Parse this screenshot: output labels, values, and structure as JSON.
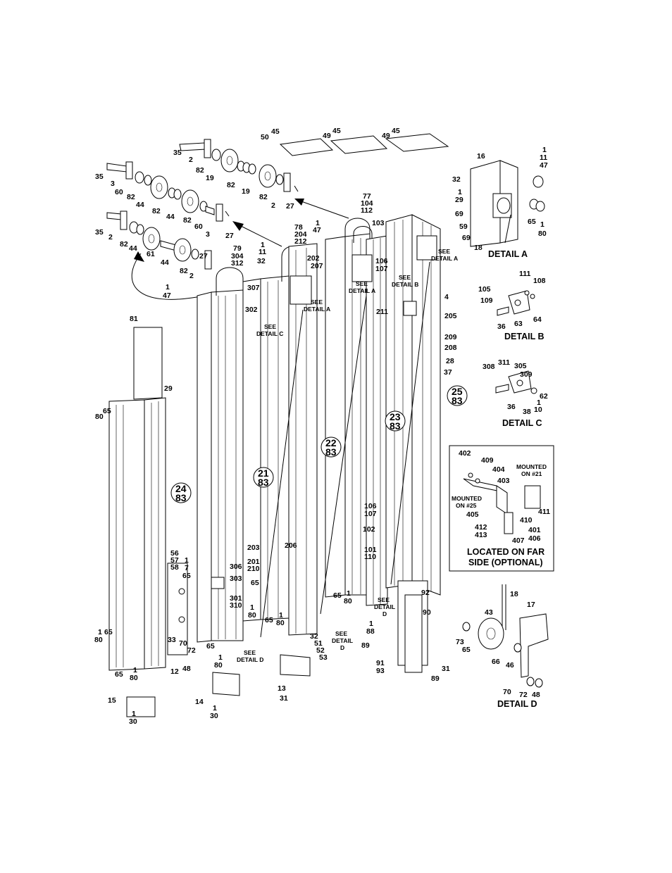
{
  "labels": {
    "l35a": "35",
    "l2a": "2",
    "l82a": "82",
    "l19a": "19",
    "l82b": "82",
    "l19b": "19",
    "l82c": "82",
    "l2b": "2",
    "l27a": "27",
    "l35b": "35",
    "l3a": "3",
    "l60a": "60",
    "l82d": "82",
    "l44a": "44",
    "l82e": "82",
    "l44b": "44",
    "l82f": "82",
    "l60b": "60",
    "l3b": "3",
    "l27b": "27",
    "l35c": "35",
    "l2c": "2",
    "l82g": "82",
    "l44c": "44",
    "l61": "61",
    "l44d": "44",
    "l82h": "82",
    "l2d": "2",
    "l27c": "27",
    "l50": "50",
    "l45a": "45",
    "l49a": "49",
    "l45b": "45",
    "l49b": "49",
    "l45c": "45",
    "l1a": "1",
    "l47a": "47",
    "l79": "79",
    "l304": "304",
    "l312": "312",
    "l307": "307",
    "l302": "302",
    "l1b": "1",
    "l11a": "11",
    "l32a": "32",
    "l78": "78",
    "l204a": "204",
    "l212": "212",
    "l1c": "1",
    "l47b": "47",
    "l202": "202",
    "l207": "207",
    "l77": "77",
    "l104": "104",
    "l112": "112",
    "l103": "103",
    "l106a": "106",
    "l107a": "107",
    "l4": "4",
    "l211": "211",
    "l205": "205",
    "l209": "209",
    "l208": "208",
    "l28": "28",
    "l37": "37",
    "l81": "81",
    "l29a": "29",
    "l80a": "80",
    "l65a": "65",
    "l56": "56",
    "l57": "57",
    "l58": "58",
    "l1d": "1",
    "l7": "7",
    "l65b": "65",
    "l306": "306",
    "l303": "303",
    "l203": "203",
    "l206": "206",
    "l201": "201",
    "l210": "210",
    "l65c": "65",
    "l301": "301",
    "l310": "310",
    "l1e": "1",
    "l80b": "80",
    "l65d": "65",
    "l1f": "1",
    "l80c": "80",
    "l106b": "106",
    "l107b": "107",
    "l102": "102",
    "l101": "101",
    "l110": "110",
    "l65e": "65",
    "l1g": "1",
    "l80d": "80",
    "l92": "92",
    "l90": "90",
    "l1h": "1",
    "l88": "88",
    "l89a": "89",
    "l91": "91",
    "l93": "93",
    "l31a": "31",
    "l89b": "89",
    "l1i": "1",
    "l80e": "80",
    "l65f": "65",
    "l33": "33",
    "l70a": "70",
    "l72a": "72",
    "l12": "12",
    "l48a": "48",
    "l65g": "65",
    "l1j": "1",
    "l80f": "80",
    "l65h": "65",
    "l1k": "1",
    "l80g": "80",
    "l32b": "32",
    "l51": "51",
    "l52": "52",
    "l53": "53",
    "l15": "15",
    "l1l": "1",
    "l30a": "30",
    "l14": "14",
    "l1m": "1",
    "l30b": "30",
    "l13": "13",
    "l31b": "31",
    "l16": "16",
    "l1n": "1",
    "l11b": "11",
    "l47c": "47",
    "l32c": "32",
    "l1o": "1",
    "l29b": "29",
    "l69a": "69",
    "l59": "59",
    "l69b": "69",
    "l65i": "65",
    "l1p": "1",
    "l80h": "80",
    "l18a": "18",
    "l111": "111",
    "l108": "108",
    "l105": "105",
    "l109": "109",
    "l36a": "36",
    "l63": "63",
    "l64": "64",
    "l308": "308",
    "l311": "311",
    "l305": "305",
    "l309": "309",
    "l62": "62",
    "l36b": "36",
    "l38": "38",
    "l1q": "1",
    "l10": "10",
    "l402": "402",
    "l409": "409",
    "l404": "404",
    "l403": "403",
    "l405": "405",
    "l412": "412",
    "l413": "413",
    "l407": "407",
    "l401": "401",
    "l406": "406",
    "l410": "410",
    "l411": "411",
    "l18b": "18",
    "l17": "17",
    "l43": "43",
    "l73": "73",
    "l65j": "65",
    "l66": "66",
    "l46": "46",
    "l70b": "70",
    "l72b": "72",
    "l48b": "48"
  },
  "callouts": {
    "c21": "21",
    "c21b": "83",
    "c22": "22",
    "c22b": "83",
    "c23": "23",
    "c23b": "83",
    "c24": "24",
    "c24b": "83",
    "c25": "25",
    "c25b": "83"
  },
  "notes": {
    "see_a1": "SEE",
    "see_a1b": "DETAIL A",
    "see_a2": "SEE",
    "see_a2b": "DETAIL A",
    "see_a3": "SEE",
    "see_a3b": "DETAIL A",
    "see_b": "SEE",
    "see_bb": "DETAIL B",
    "see_c": "SEE",
    "see_cb": "DETAIL C",
    "see_d1": "SEE",
    "see_d1b": "DETAIL D",
    "see_d2": "SEE",
    "see_d2b": "DETAIL",
    "see_d2c": "D",
    "see_d3": "SEE",
    "see_d3b": "DETAIL",
    "see_d3c": "D",
    "mounted21a": "MOUNTED",
    "mounted21b": "ON #21",
    "mounted25a": "MOUNTED",
    "mounted25b": "ON #25"
  },
  "captions": {
    "detail_a": "DETAIL A",
    "detail_b": "DETAIL B",
    "detail_c": "DETAIL C",
    "detail_d": "DETAIL D",
    "far_side_1": "LOCATED ON FAR",
    "far_side_2": "SIDE (OPTIONAL)"
  }
}
